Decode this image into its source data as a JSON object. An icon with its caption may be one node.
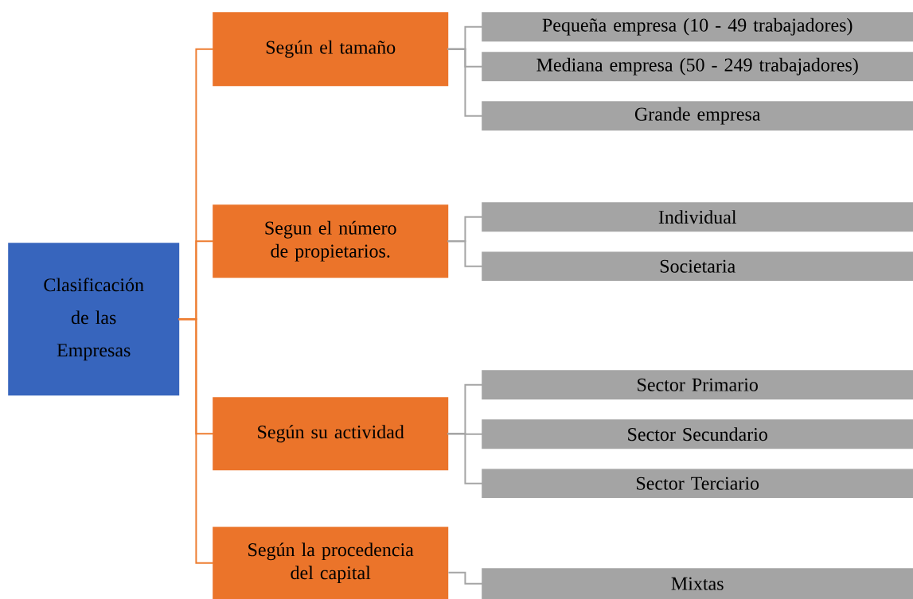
{
  "diagram": {
    "nodes": [
      {
        "text": [
          "Clasificación de las Empresas"
        ]
      },
      {
        "text": [
          "Según el tamaño"
        ]
      },
      {
        "text": [
          "Segun el número de propietarios."
        ]
      },
      {
        "text": [
          "Según su actividad"
        ]
      },
      {
        "text": [
          "Según la procedencia del capital"
        ]
      },
      {
        "text": [
          "Pequeña empresa (10 - 49 trabajadores)"
        ]
      },
      {
        "text": [
          "Mediana empresa (50 - 249 trabajadores)"
        ]
      },
      {
        "text": [
          "Grande empresa"
        ]
      },
      {
        "text": [
          "Individual"
        ]
      },
      {
        "text": [
          "Societaria"
        ]
      },
      {
        "text": [
          "Sector Primario"
        ]
      },
      {
        "text": [
          "Sector Secundario"
        ]
      },
      {
        "text": [
          "Sector Terciario"
        ]
      },
      {
        "text": [
          "Mixtas"
        ]
      }
    ],
    "edges": [
      {
        "from": 0,
        "to": 1,
        "arrow": "none",
        "color": "#ed7d31"
      },
      {
        "from": 0,
        "to": 2,
        "arrow": "none",
        "color": "#ed7d31"
      },
      {
        "from": 0,
        "to": 3,
        "arrow": "none",
        "color": "#ed7d31"
      },
      {
        "from": 0,
        "to": 4,
        "arrow": "none",
        "color": "#ed7d31"
      },
      {
        "from": 1,
        "to": 5,
        "arrow": "none"
      },
      {
        "from": 1,
        "to": 6,
        "arrow": "none"
      },
      {
        "from": 1,
        "to": 7,
        "arrow": "none"
      },
      {
        "from": 2,
        "to": 8,
        "arrow": "none"
      },
      {
        "from": 2,
        "to": 9,
        "arrow": "none"
      },
      {
        "from": 3,
        "to": 10,
        "arrow": "none"
      },
      {
        "from": 3,
        "to": 11,
        "arrow": "none"
      },
      {
        "from": 3,
        "to": 12,
        "arrow": "none"
      },
      {
        "from": 4,
        "to": 13,
        "arrow": "none"
      }
    ]
  }
}
